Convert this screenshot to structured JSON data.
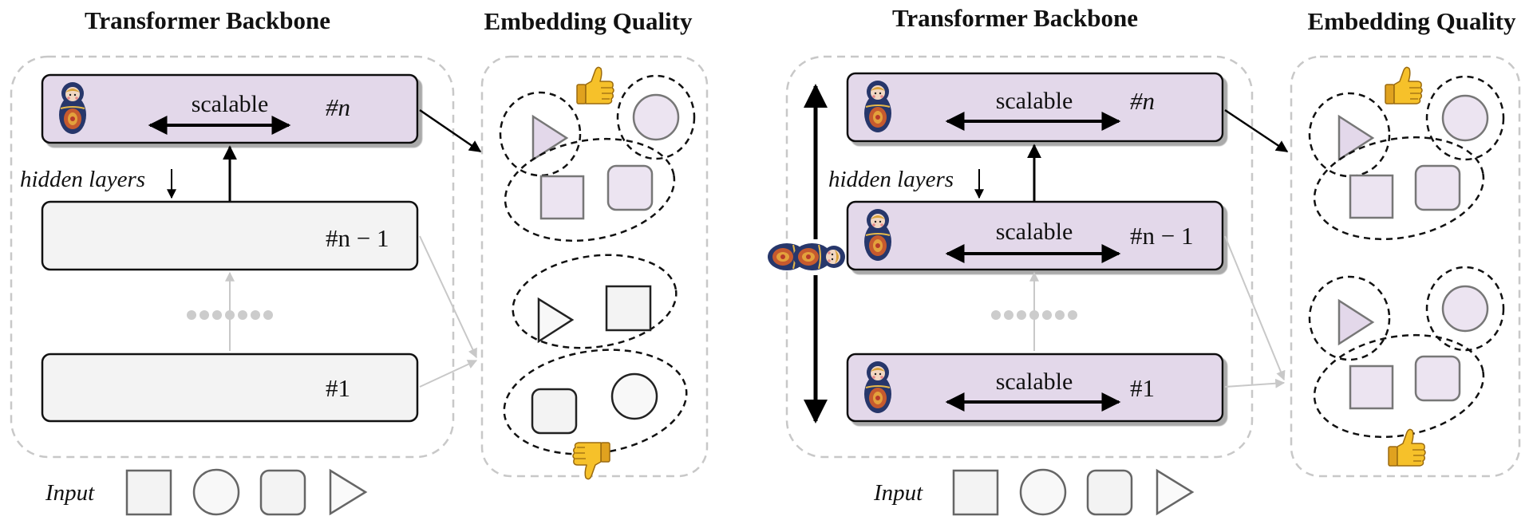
{
  "left": {
    "title_backbone": "Transformer Backbone",
    "title_quality": "Embedding Quality",
    "scalable": "scalable",
    "layer_top": "#n",
    "layer_mid": "#n − 1",
    "layer_bottom": "#1",
    "hidden_layers": "hidden layers",
    "input": "Input"
  },
  "right": {
    "title_backbone": "Transformer Backbone",
    "title_quality": "Embedding Quality",
    "scalable_top": "scalable",
    "scalable_mid": "scalable",
    "scalable_bottom": "scalable",
    "layer_top": "#n",
    "layer_mid": "#n − 1",
    "layer_bottom": "#1",
    "hidden_layers": "hidden layers",
    "input": "Input"
  },
  "colors": {
    "scalable_fill": "#e3d8ea",
    "plain_fill": "#f3f3f3",
    "shape_fill": "#ece4f1",
    "dashed_gray": "#c8c8c8",
    "thumb_yellow": "#f6c12a"
  },
  "icons": [
    "matryoshka-doll-icon",
    "thumbs-up-icon",
    "thumbs-down-icon"
  ]
}
